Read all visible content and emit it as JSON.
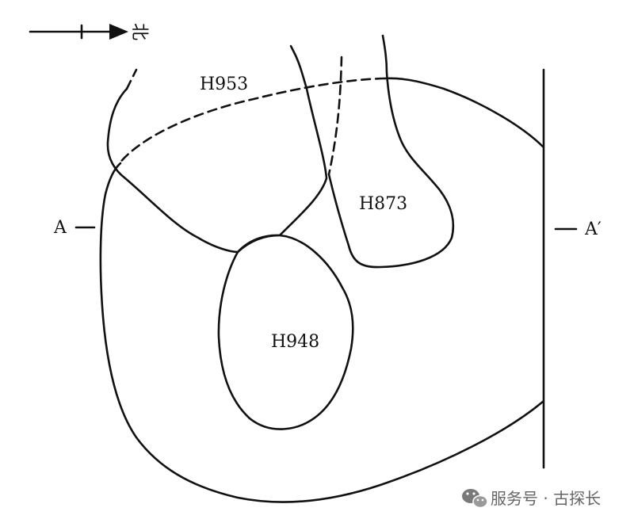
{
  "diagram": {
    "north_label": "北",
    "section_left": "A",
    "section_right": "A′",
    "features": [
      {
        "label": "H953"
      },
      {
        "label": "H873"
      },
      {
        "label": "H948"
      }
    ]
  },
  "watermark": {
    "icon": "wechat-icon",
    "text": "服务号 · 古探长"
  }
}
